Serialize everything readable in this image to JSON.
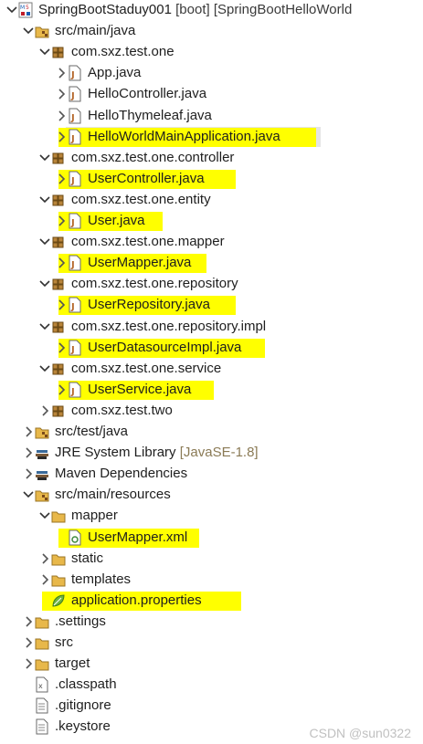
{
  "tree": [
    {
      "level": 0,
      "expanded": true,
      "icon": "maven-project-icon",
      "name": "SpringBootStaduy001",
      "decoration": " [boot] [SpringBootHelloWorld"
    },
    {
      "level": 1,
      "expanded": true,
      "icon": "source-folder-icon",
      "name": "src/main/java"
    },
    {
      "level": 2,
      "expanded": true,
      "icon": "package-icon",
      "name": "com.sxz.test.one"
    },
    {
      "level": 3,
      "expanded": false,
      "icon": "java-file-icon",
      "name": "App.java"
    },
    {
      "level": 3,
      "expanded": false,
      "icon": "java-file-icon",
      "name": "HelloController.java"
    },
    {
      "level": 3,
      "expanded": false,
      "icon": "java-file-icon",
      "name": "HelloThymeleaf.java"
    },
    {
      "level": 3,
      "expanded": false,
      "icon": "java-file-icon",
      "name": "HelloWorldMainApplication.java",
      "highlight": true,
      "selected": true
    },
    {
      "level": 2,
      "expanded": true,
      "icon": "package-icon",
      "name": "com.sxz.test.one.controller"
    },
    {
      "level": 3,
      "expanded": false,
      "icon": "java-file-icon",
      "name": "UserController.java",
      "highlight": true
    },
    {
      "level": 2,
      "expanded": true,
      "icon": "package-icon",
      "name": "com.sxz.test.one.entity"
    },
    {
      "level": 3,
      "expanded": false,
      "icon": "java-file-icon",
      "name": "User.java",
      "highlight": true
    },
    {
      "level": 2,
      "expanded": true,
      "icon": "package-icon",
      "name": "com.sxz.test.one.mapper"
    },
    {
      "level": 3,
      "expanded": false,
      "icon": "java-file-icon",
      "name": "UserMapper.java",
      "highlight": true
    },
    {
      "level": 2,
      "expanded": true,
      "icon": "package-icon",
      "name": "com.sxz.test.one.repository"
    },
    {
      "level": 3,
      "expanded": false,
      "icon": "java-file-icon",
      "name": "UserRepository.java",
      "highlight": true
    },
    {
      "level": 2,
      "expanded": true,
      "icon": "package-icon",
      "name": "com.sxz.test.one.repository.impl"
    },
    {
      "level": 3,
      "expanded": false,
      "icon": "java-file-icon",
      "name": "UserDatasourceImpl.java",
      "highlight": true
    },
    {
      "level": 2,
      "expanded": true,
      "icon": "package-icon",
      "name": "com.sxz.test.one.service"
    },
    {
      "level": 3,
      "expanded": false,
      "icon": "java-file-icon",
      "name": "UserService.java",
      "highlight": true
    },
    {
      "level": 2,
      "expanded": false,
      "icon": "package-icon",
      "name": "com.sxz.test.two"
    },
    {
      "level": 1,
      "expanded": false,
      "icon": "source-folder-icon",
      "name": "src/test/java"
    },
    {
      "level": 1,
      "expanded": false,
      "icon": "library-icon",
      "name": "JRE System Library",
      "decoration": " [JavaSE-1.8]"
    },
    {
      "level": 1,
      "expanded": false,
      "icon": "library-icon",
      "name": "Maven Dependencies"
    },
    {
      "level": 1,
      "expanded": true,
      "icon": "source-folder-icon",
      "name": "src/main/resources"
    },
    {
      "level": 2,
      "expanded": true,
      "icon": "folder-icon",
      "name": "mapper"
    },
    {
      "level": 3,
      "expanded": null,
      "icon": "xml-file-icon",
      "name": "UserMapper.xml",
      "highlight": true
    },
    {
      "level": 2,
      "expanded": false,
      "icon": "folder-icon",
      "name": "static"
    },
    {
      "level": 2,
      "expanded": false,
      "icon": "folder-icon",
      "name": "templates"
    },
    {
      "level": 2,
      "expanded": null,
      "icon": "properties-file-icon",
      "name": "application.properties",
      "highlight": true
    },
    {
      "level": 1,
      "expanded": false,
      "icon": "folder-icon",
      "name": ".settings"
    },
    {
      "level": 1,
      "expanded": false,
      "icon": "folder-icon",
      "name": "src"
    },
    {
      "level": 1,
      "expanded": false,
      "icon": "folder-icon",
      "name": "target"
    },
    {
      "level": 1,
      "expanded": null,
      "icon": "classpath-file-icon",
      "name": ".classpath"
    },
    {
      "level": 1,
      "expanded": null,
      "icon": "text-file-icon",
      "name": ".gitignore"
    },
    {
      "level": 1,
      "expanded": null,
      "icon": "text-file-icon",
      "name": ".keystore"
    }
  ],
  "watermark": "CSDN @sun0322",
  "colors": {
    "highlight": "#ffff00",
    "selection": "#e4e4e4",
    "decoration": "#8a7a55",
    "folder": "#e8b84a",
    "package": "#b8843a"
  }
}
